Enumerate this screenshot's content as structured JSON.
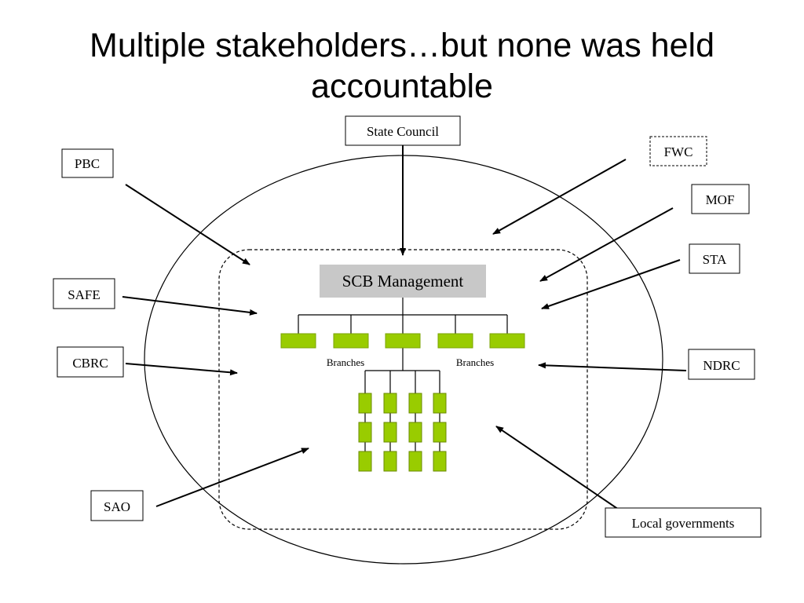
{
  "slide": {
    "title_line1": "Multiple stakeholders…but none was held",
    "title_line2": "accountable"
  },
  "diagram": {
    "center": {
      "label": "SCB Management",
      "fill": "#c8c8c8"
    },
    "branch_labels": [
      "Branches",
      "Branches"
    ],
    "stakeholders": [
      {
        "label": "State Council"
      },
      {
        "label": "PBC"
      },
      {
        "label": "FWC"
      },
      {
        "label": "MOF"
      },
      {
        "label": "STA"
      },
      {
        "label": "SAFE"
      },
      {
        "label": "CBRC"
      },
      {
        "label": "NDRC"
      },
      {
        "label": "SAO"
      },
      {
        "label": "Local governments"
      }
    ],
    "colors": {
      "branch_green": "#99cc00",
      "branch_border": "#6a8a00",
      "line": "#000000"
    }
  }
}
